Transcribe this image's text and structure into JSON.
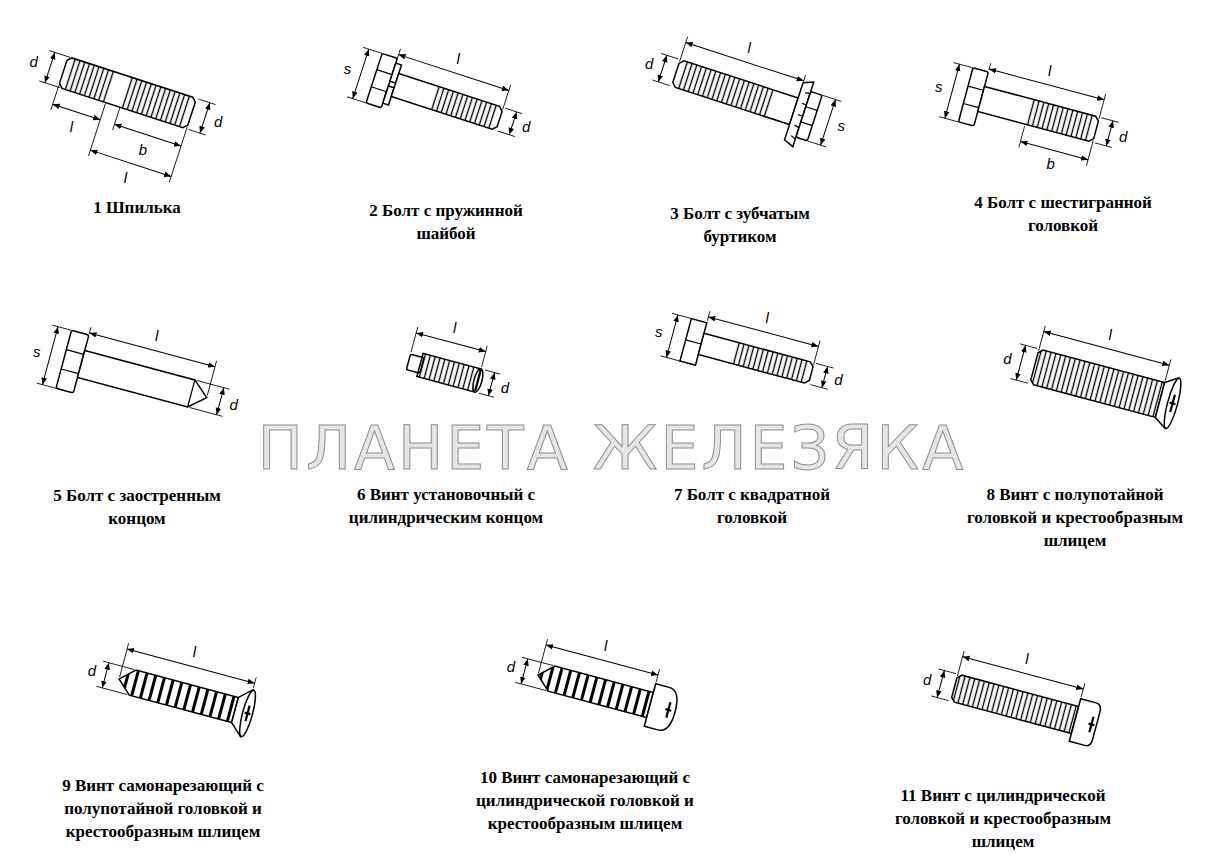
{
  "diagram": {
    "labels": [
      "d",
      "l",
      "b",
      "l",
      "d",
      "1 Шпилька",
      "l",
      "s",
      "d",
      "2 Болт с пружинной шайбой",
      "l",
      "d",
      "s",
      "3 Болт с зубчатым буртиком",
      "l",
      "s",
      "d",
      "b",
      "4 Болт с шестигранной головкой",
      "l",
      "s",
      "d",
      "5 Болт с заостренным концом",
      "l",
      "d",
      "6 Винт установочный с цилиндрическим концом",
      "l",
      "s",
      "d",
      "7 Болт с квадратной головкой",
      "l",
      "d",
      "8 Винт с полупотайной головкой и крестообразным шлицем",
      "l",
      "d",
      "9 Винт самонарезающий с полупотайной головкой и крестообразным шлицем",
      "l",
      "d",
      "10 Винт самонарезающий с цилиндрической головкой и крестообразным шлицем",
      "l",
      "d",
      "11 Винт с цилиндрической головкой и крестообразным шлицем",
      "ПЛАНЕТА ЖЕЛЕЗЯКА"
    ]
  }
}
